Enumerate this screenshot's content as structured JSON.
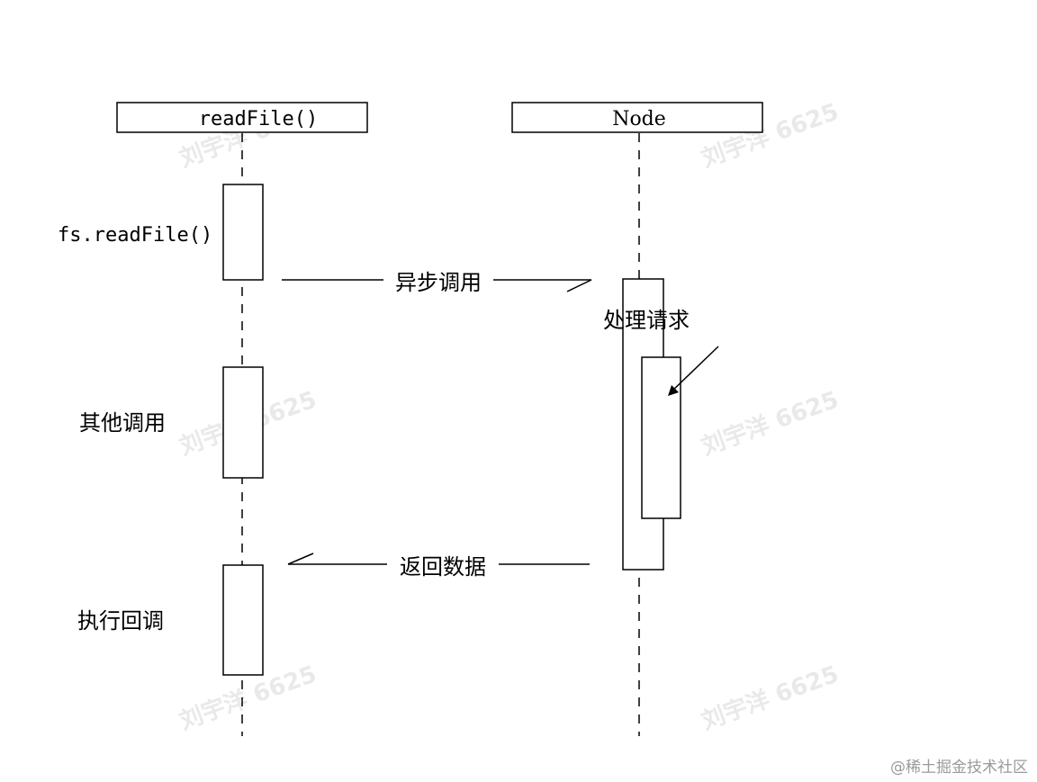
{
  "participants": {
    "left": "readFile()",
    "right": "Node"
  },
  "labels": {
    "fs_readfile": "fs.readFile()",
    "async_call": "异步调用",
    "handle_request": "处理请求",
    "other_calls": "其他调用",
    "return_data": "返回数据",
    "exec_callback": "执行回调"
  },
  "watermark": "刘宇洋 6625",
  "footer": "@稀土掘金技术社区"
}
